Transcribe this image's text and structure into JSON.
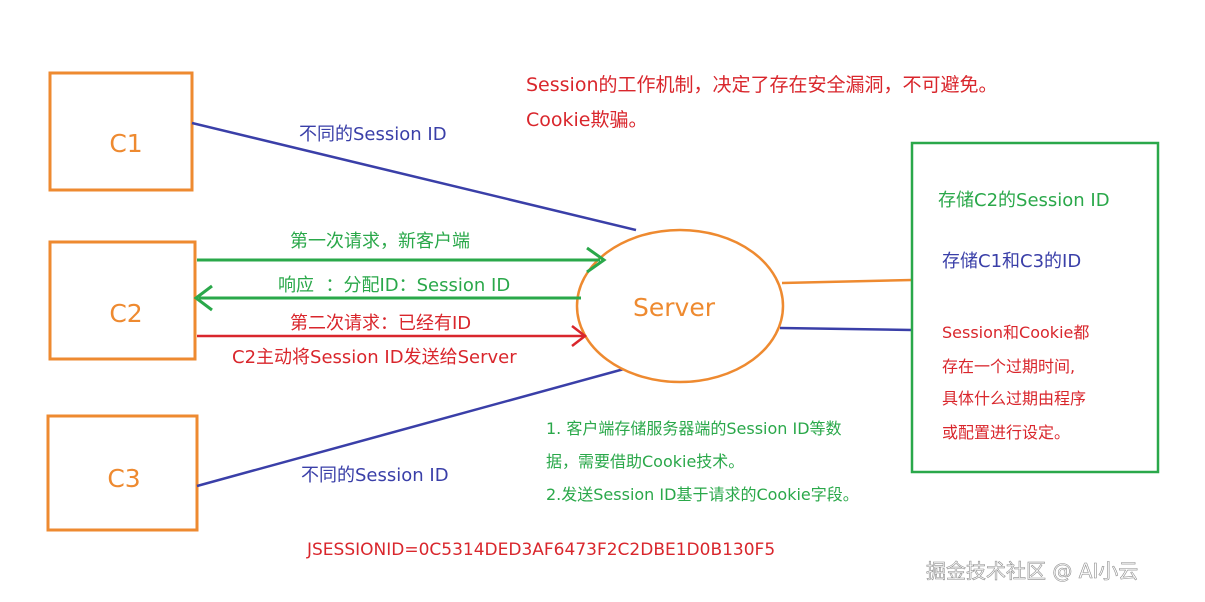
{
  "colors": {
    "orange": "#ee8a30",
    "blue": "#3a3fa8",
    "green": "#2aa84a",
    "red": "#d9262c",
    "watermark": "#ffffff"
  },
  "clients": {
    "c1": "C1",
    "c2": "C2",
    "c3": "C3"
  },
  "server": {
    "label": "Server"
  },
  "header_note": {
    "line1": "Session的工作机制，决定了存在安全漏洞，不可避免。",
    "line2": "Cookie欺骗。"
  },
  "arrows": {
    "c1_label": "不同的Session ID",
    "c3_label": "不同的Session ID",
    "first_request": "第一次请求，新客户端",
    "response": "响应  ：分配ID：Session ID",
    "second_request": "第二次请求：已经有ID",
    "c2_sends": "C2主动将Session ID发送给Server"
  },
  "storage_box": {
    "stores_c2": "存储C2的Session ID",
    "stores_c1_c3": "存储C1和C3的ID",
    "expiry_line1": "Session和Cookie都",
    "expiry_line2": "存在一个过期时间,",
    "expiry_line3": "具体什么过期由程序",
    "expiry_line4": "或配置进行设定。"
  },
  "notes": {
    "line1": "1. 客户端存储服务器端的Session ID等数",
    "line2": "据，需要借助Cookie技术。",
    "line3": "2.发送Session ID基于请求的Cookie字段。"
  },
  "jsessionid": "JSESSIONID=0C5314DED3AF6473F2C2DBE1D0B130F5",
  "watermark": "掘金技术社区 @ AI小云"
}
